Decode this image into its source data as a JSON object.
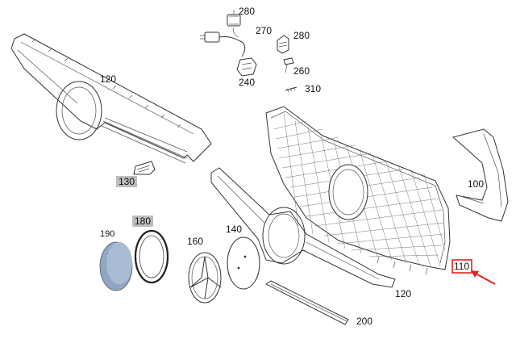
{
  "diagram": {
    "callouts": [
      {
        "id": "280a",
        "text": "280",
        "shaded": false
      },
      {
        "id": "270",
        "text": "270",
        "shaded": false
      },
      {
        "id": "280b",
        "text": "280",
        "shaded": false
      },
      {
        "id": "260",
        "text": "260",
        "shaded": false
      },
      {
        "id": "240",
        "text": "240",
        "shaded": false
      },
      {
        "id": "310",
        "text": "310",
        "shaded": false
      },
      {
        "id": "120a",
        "text": "120",
        "shaded": false
      },
      {
        "id": "130",
        "text": "130",
        "shaded": true
      },
      {
        "id": "100",
        "text": "100",
        "shaded": false
      },
      {
        "id": "190",
        "text": "190",
        "shaded": false
      },
      {
        "id": "180",
        "text": "180",
        "shaded": true
      },
      {
        "id": "160",
        "text": "160",
        "shaded": false
      },
      {
        "id": "140",
        "text": "140",
        "shaded": false
      },
      {
        "id": "110",
        "text": "110",
        "shaded": false,
        "highlighted": true
      },
      {
        "id": "120b",
        "text": "120",
        "shaded": false
      },
      {
        "id": "200",
        "text": "200",
        "shaded": false
      }
    ],
    "highlight_color": "#e0231c",
    "shade_color": "#bdbdbd"
  }
}
